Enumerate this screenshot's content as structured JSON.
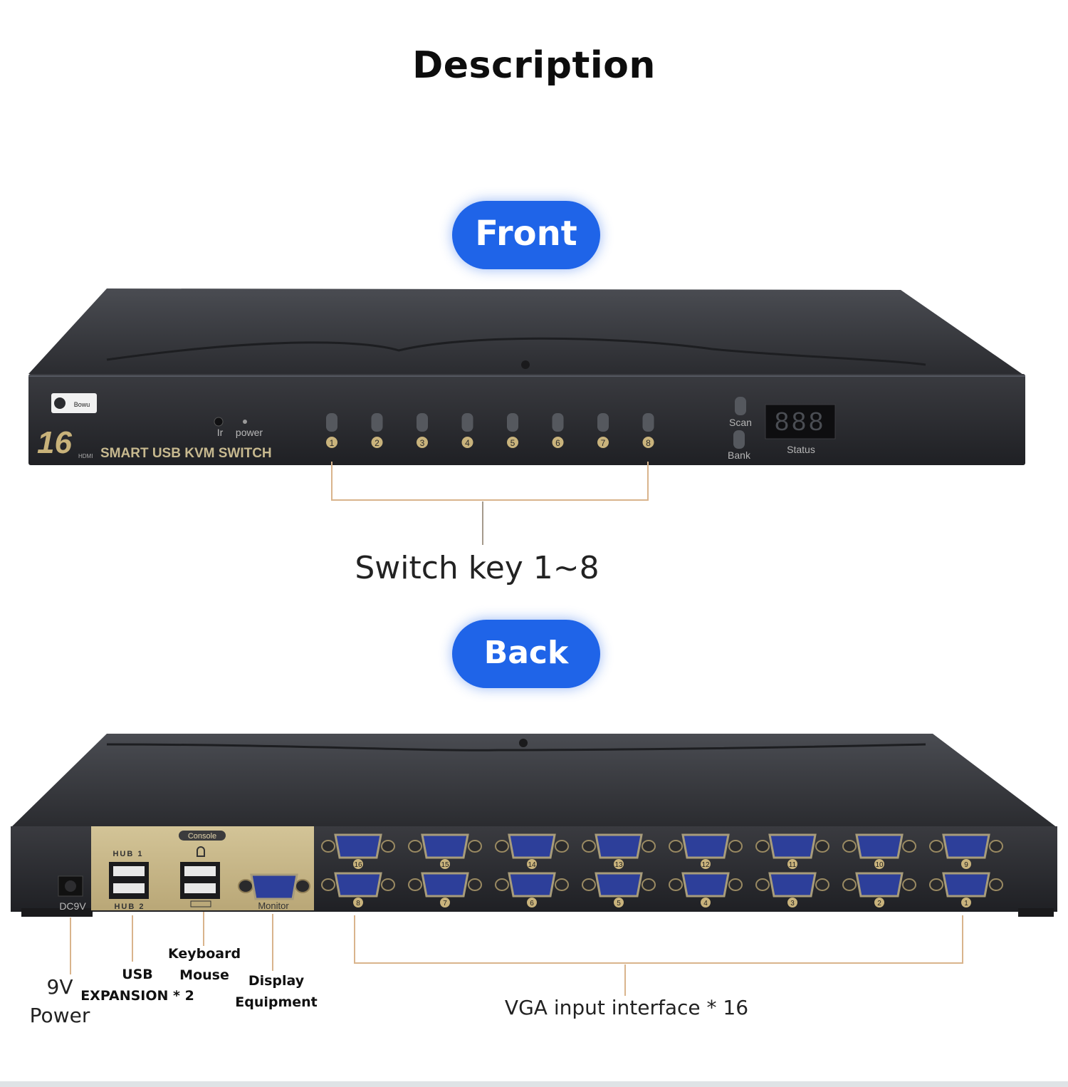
{
  "title": "Description",
  "front": {
    "pill_label": "Front",
    "brand_number": "16",
    "brand_small": "Bowu",
    "model_hdmi": "HDMI",
    "model_text": "SMART  USB  KVM SWITCH",
    "ir_label": "Ir",
    "power_label": "power",
    "keys": [
      "1",
      "2",
      "3",
      "4",
      "5",
      "6",
      "7",
      "8"
    ],
    "scan_label": "Scan",
    "bank_label": "Bank",
    "display_value": "888",
    "status_label": "Status",
    "callout": "Switch key 1~8"
  },
  "back": {
    "pill_label": "Back",
    "dc_label": "DC9V",
    "hub1_label": "HUB 1",
    "hub2_label": "HUB 2",
    "console_label": "Console",
    "monitor_label": "Monitor",
    "vga_top": [
      "16",
      "15",
      "14",
      "13",
      "12",
      "11",
      "10",
      "9"
    ],
    "vga_bottom": [
      "8",
      "7",
      "6",
      "5",
      "4",
      "3",
      "2",
      "1"
    ],
    "callouts": {
      "power_line1": "9V",
      "power_line2": "Power",
      "usb_line1": "USB",
      "usb_line2": "EXPANSION * 2",
      "km_line1": "Keyboard",
      "km_line2": "Mouse",
      "display_line1": "Display",
      "display_line2": "Equipment",
      "vga": "VGA input interface * 16"
    }
  },
  "colors": {
    "accent_blue": "#1f64e8",
    "device_dark": "#2b2c30",
    "gold_panel": "#c6b58a",
    "callout_line": "#d9b48c"
  }
}
